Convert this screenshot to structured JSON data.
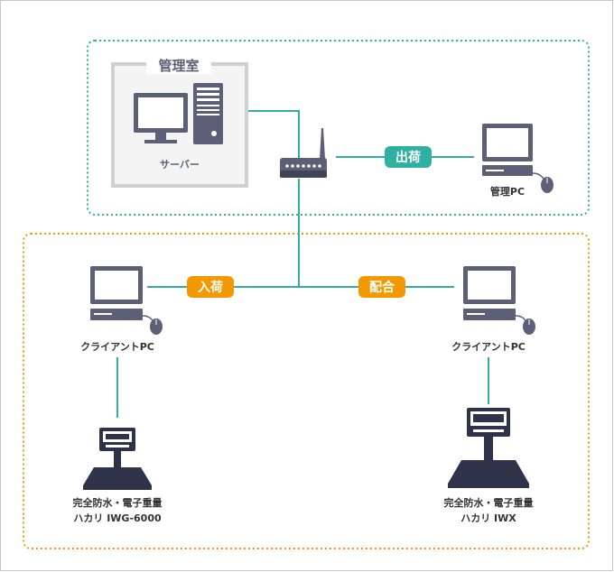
{
  "colors": {
    "frame_border": "#c8c8c8",
    "teal": "#2fb0a0",
    "orange": "#f39800",
    "device": "#5b6076",
    "device_dark": "#2e334a",
    "server_room_border": "#d0d0d0",
    "text": "#333333"
  },
  "server_room": {
    "title": "管理室",
    "server_label": "サーバー"
  },
  "admin_pc": {
    "label": "管理PC"
  },
  "links": {
    "shipping": "出荷",
    "receiving": "入荷",
    "blending": "配合"
  },
  "client_left": {
    "label": "クライアントPC"
  },
  "client_right": {
    "label": "クライアントPC"
  },
  "scale_left": {
    "line1": "完全防水・電子重量",
    "line2": "ハカリ IWG-6000"
  },
  "scale_right": {
    "line1": "完全防水・電子重量",
    "line2": "ハカリ IWX"
  }
}
